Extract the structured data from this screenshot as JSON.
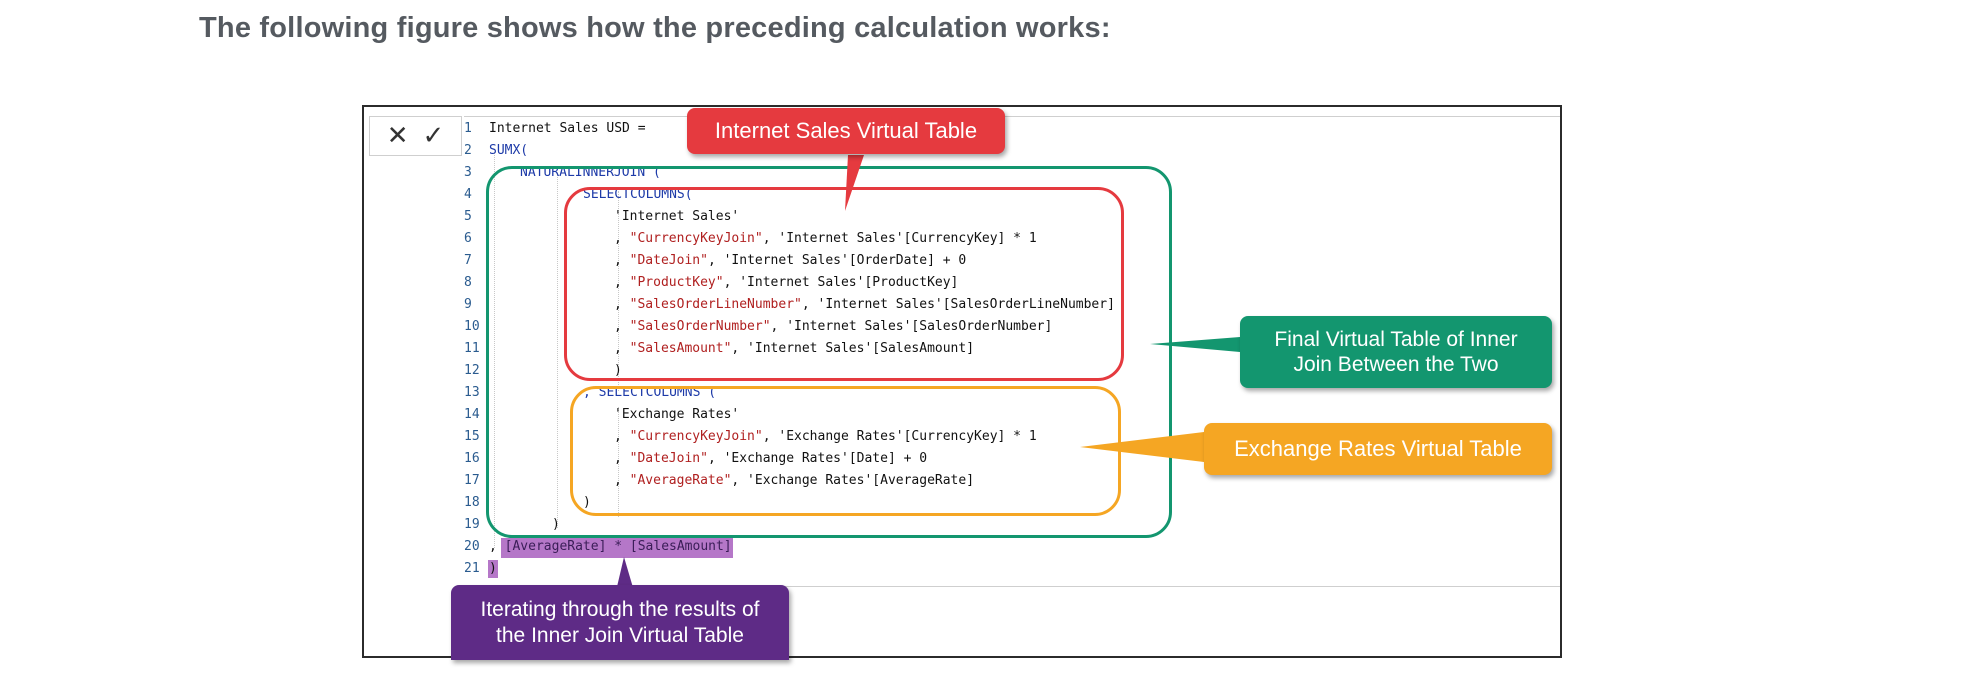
{
  "intro_text": "The following figure shows how the preceding calculation works:",
  "toolbar": {
    "cancel_icon": "close-icon",
    "commit_icon": "check-icon",
    "cancel_glyph": "✕",
    "commit_glyph": "✓"
  },
  "line_numbers": [
    "1",
    "2",
    "3",
    "4",
    "5",
    "6",
    "7",
    "8",
    "9",
    "10",
    "11",
    "12",
    "13",
    "14",
    "15",
    "16",
    "17",
    "18",
    "19",
    "20",
    "21"
  ],
  "code": {
    "l1": "Internet Sales USD =",
    "l2": "SUMX(",
    "l3": "NATURALINNERJOIN (",
    "l4": "SELECTCOLUMNS(",
    "l5": "'Internet Sales'",
    "l6a": ", ",
    "l6s": "\"CurrencyKeyJoin\"",
    "l6b": ", 'Internet Sales'[CurrencyKey] * 1",
    "l7a": ", ",
    "l7s": "\"DateJoin\"",
    "l7b": ", 'Internet Sales'[OrderDate] + 0",
    "l8a": ", ",
    "l8s": "\"ProductKey\"",
    "l8b": ", 'Internet Sales'[ProductKey]",
    "l9a": ", ",
    "l9s": "\"SalesOrderLineNumber\"",
    "l9b": ", 'Internet Sales'[SalesOrderLineNumber]",
    "l10a": ", ",
    "l10s": "\"SalesOrderNumber\"",
    "l10b": ", 'Internet Sales'[SalesOrderNumber]",
    "l11a": ", ",
    "l11s": "\"SalesAmount\"",
    "l11b": ", 'Internet Sales'[SalesAmount]",
    "l12": ")",
    "l13": ", SELECTCOLUMNS (",
    "l14": "'Exchange Rates'",
    "l15a": ", ",
    "l15s": "\"CurrencyKeyJoin\"",
    "l15b": ", 'Exchange Rates'[CurrencyKey] * 1",
    "l16a": ", ",
    "l16s": "\"DateJoin\"",
    "l16b": ", 'Exchange Rates'[Date] + 0",
    "l17a": ", ",
    "l17s": "\"AverageRate\"",
    "l17b": ", 'Exchange Rates'[AverageRate]",
    "l18": ")",
    "l19": ")",
    "l20a": ", ",
    "l20b": "[AverageRate] * [SalesAmount]",
    "l21": ")"
  },
  "callouts": {
    "internet_sales": "Internet Sales Virtual Table",
    "final_join_line1": "Final Virtual Table of Inner",
    "final_join_line2": "Join Between the Two",
    "exchange_rates": "Exchange Rates Virtual Table",
    "iterating_line1": "Iterating through the results of",
    "iterating_line2": "the Inner Join Virtual Table"
  },
  "colors": {
    "red": "#e53a3f",
    "green": "#13966f",
    "orange": "#f5a623",
    "purple": "#5e2b86",
    "highlight": "#b577c8"
  }
}
